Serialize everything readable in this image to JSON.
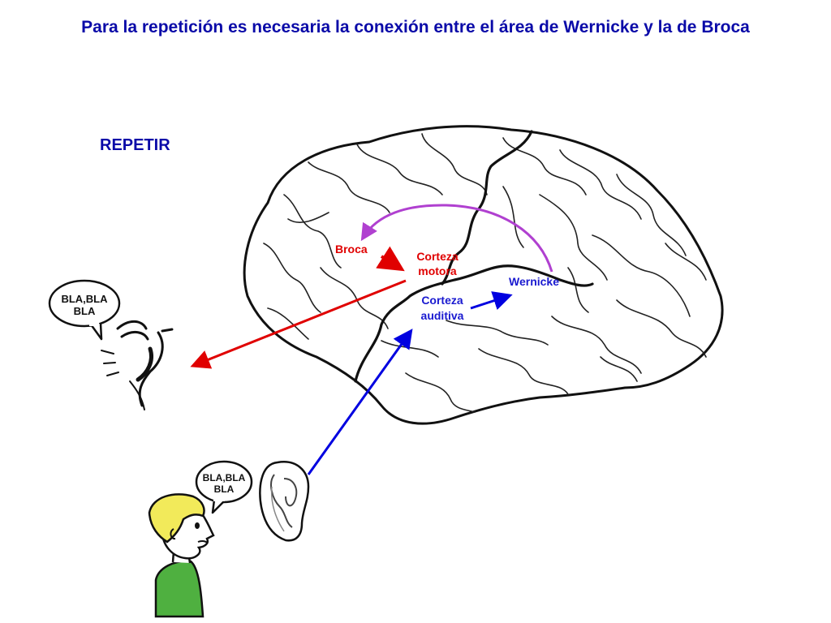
{
  "title": "Para la repetición es necesaria la conexión entre el área de Wernicke y la de Broca",
  "heading": "REPETIR",
  "labels": {
    "broca": "Broca",
    "motor_line1": "Corteza",
    "motor_line2": "motora",
    "wernicke": "Wernicke",
    "auditory_line1": "Corteza",
    "auditory_line2": "auditiva"
  },
  "speech_bubbles": {
    "speaker_line1": "BLA,BLA",
    "speaker_line2": "BLA",
    "boy_line1": "BLA,BLA",
    "boy_line2": "BLA"
  },
  "colors": {
    "title": "#0a0aa8",
    "broca": "#e00000",
    "motor": "#e00000",
    "wernicke": "#1a1ad0",
    "auditory": "#1a1ad0",
    "output_path": "#e00000",
    "input_path": "#0000e0",
    "arc": "#b040d0",
    "hair": "#f2ea5a",
    "shirt": "#4fb040"
  },
  "icons": [
    "brain-illustration",
    "mouth-icon",
    "ear-icon",
    "boy-icon"
  ]
}
